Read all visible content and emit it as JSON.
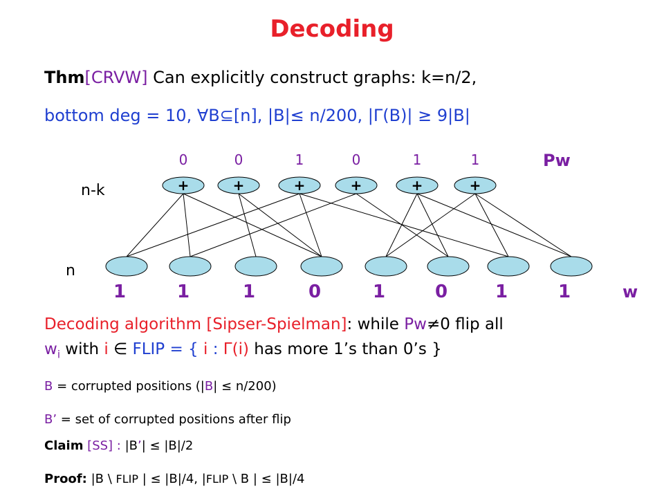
{
  "title": "Decoding",
  "thm": {
    "label": "Thm",
    "cite": "[CRVW]",
    "text": " Can explicitly construct graphs:  k=n/2,",
    "line2_a": "bottom deg = 10,  ",
    "forall": "∀",
    "line2_b": "B",
    "subseteq": "⊆",
    "line2_c": "[n],  |B|",
    "leq": "≤",
    "line2_d": " n/200,  |",
    "gamma": "Γ",
    "line2_e": "(B)| ",
    "geq": "≥",
    "line2_f": " 9|B|"
  },
  "graph": {
    "top_bits": [
      "0",
      "0",
      "1",
      "0",
      "1",
      "1"
    ],
    "top_labels": [
      "+",
      "+",
      "+",
      "+",
      "+",
      "+"
    ],
    "pw_label": "Pw",
    "nk_label": "n-k",
    "n_label": "n",
    "bottom_bits": [
      "1",
      "1",
      "1",
      "0",
      "1",
      "0",
      "1",
      "1"
    ],
    "w_label": "w",
    "colors": {
      "top_node": "#a9dcea",
      "bottom_node": "#a9dcea",
      "bits": "#7a1fa2",
      "pw": "#7a1fa2"
    }
  },
  "algorithm": {
    "name": "Decoding algorithm",
    "cite": " [Sipser-Spielman]",
    "colon": ":",
    "while_text": " while ",
    "pw": "Pw",
    "neq": "≠",
    "cond": "0 flip all",
    "w": "w",
    "w_sub": "i",
    "with": "  with ",
    "i": "i",
    "in": " ∈ ",
    "flip_def": " FLIP = { ",
    "i2": "i",
    "colon2": " : ",
    "gamma_i": "Γ(i)",
    "tail": "  has more 1’s than 0’s }"
  },
  "b_def": {
    "b": "B",
    "text": " = corrupted positions  (|",
    "b2": "B",
    "tail": "| ≤ n/200)"
  },
  "bprime_def": {
    "b": "B’",
    "text": " = set of corrupted positions after flip"
  },
  "claim": {
    "label": "Claim",
    "cite": " [SS] :",
    "text": "    |B",
    "prime": "’",
    "tail": "|  ≤  |B|/2"
  },
  "proof": {
    "label": "Proof:",
    "text": " |B \\ ",
    "flip": "FLIP",
    "text2": " |  ≤  |B|/4,   |",
    "flip2": "FLIP",
    "tail": " \\ B |  ≤  |B|/4"
  }
}
